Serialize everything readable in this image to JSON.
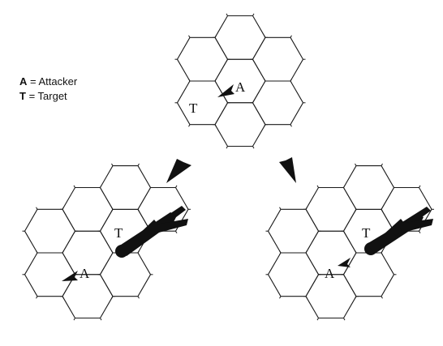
{
  "legend": {
    "attacker_key": "A",
    "attacker_text": " = Attacker",
    "target_key": "T",
    "target_text": " = Target"
  },
  "labels": {
    "attacker": "A",
    "target": "T"
  },
  "colors": {
    "ink": "#111111",
    "paper": "#ffffff"
  },
  "icons": {
    "transition_arrow": "large-triangular-arrowhead",
    "facing_marker": "small-arrowhead",
    "target_ship": "starship-silhouette"
  }
}
